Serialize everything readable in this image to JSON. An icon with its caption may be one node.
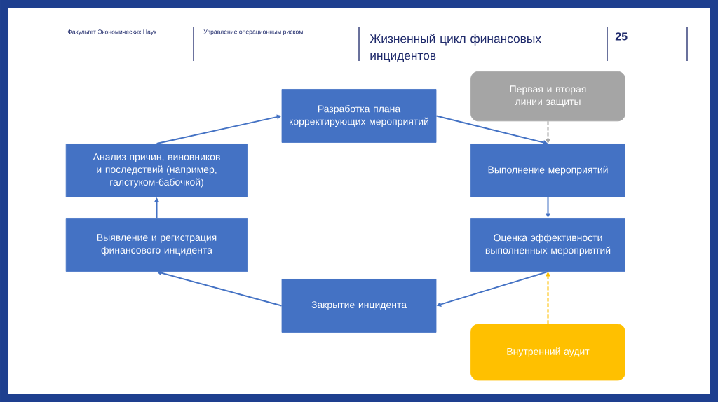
{
  "diagram": {
    "title": "Жизненный цикл финансовых инцидентов",
    "nodes": [
      {
        "text": [
          "Анализ причин, виновников и последствий (например, галстуком-бабочкой)"
        ]
      },
      {
        "text": [
          "Разработка плана корректирующих мероприятий"
        ]
      },
      {
        "text": [
          "Первая и вторая линии защиты"
        ]
      },
      {
        "text": [
          "Выполнение мероприятий"
        ]
      },
      {
        "text": [
          "Выявление и регистрация финансового инцидента"
        ]
      },
      {
        "text": [
          "Оценка эффективности выполненных мероприятий"
        ]
      },
      {
        "text": [
          "Закрытие инцидента"
        ]
      },
      {
        "text": [
          "Внутренний аудит"
        ]
      }
    ],
    "edges": [
      {
        "from": 4,
        "to": 0,
        "arrow": "to"
      },
      {
        "from": 0,
        "to": 1,
        "arrow": "to"
      },
      {
        "from": 1,
        "to": 3,
        "arrow": "to"
      },
      {
        "from": 2,
        "to": 3,
        "arrow": "to",
        "style": "dashed",
        "color": "#a5a5a5"
      },
      {
        "from": 3,
        "to": 5,
        "arrow": "to"
      },
      {
        "from": 5,
        "to": 6,
        "arrow": "to"
      },
      {
        "from": 6,
        "to": 4,
        "arrow": "to"
      },
      {
        "from": 7,
        "to": 5,
        "arrow": "to",
        "style": "dashed",
        "color": "#ffc000"
      }
    ],
    "labels": [
      "Факультет Экономических Наук",
      "Управление операционным риском",
      "25"
    ]
  }
}
